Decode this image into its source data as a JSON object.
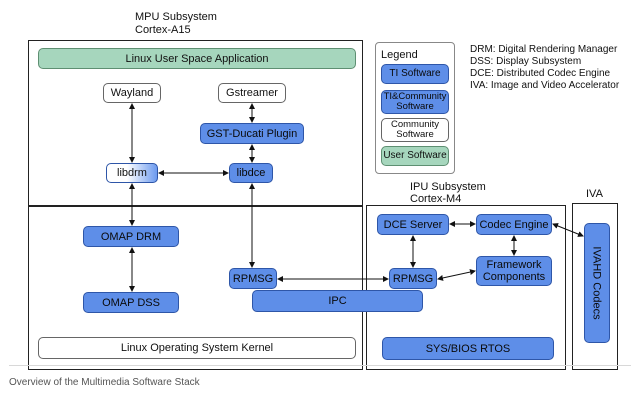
{
  "mpu": {
    "title": "MPU Subsystem",
    "subtitle": "Cortex-A15"
  },
  "ipu": {
    "title": "IPU Subsystem",
    "subtitle": "Cortex-M4"
  },
  "iva": {
    "title": "IVA"
  },
  "boxes": {
    "linux_user_space": "Linux User Space Application",
    "wayland": "Wayland",
    "gstreamer": "Gstreamer",
    "gst_ducati": "GST-Ducati Plugin",
    "libdrm": "libdrm",
    "libdce": "libdce",
    "omap_drm": "OMAP DRM",
    "omap_dss": "OMAP DSS",
    "rpmsg_mpu": "RPMSG",
    "ipc": "IPC",
    "linux_kernel": "Linux Operating System Kernel",
    "dce_server": "DCE Server",
    "codec_engine": "Codec Engine",
    "rpmsg_ipu": "RPMSG",
    "framework_components": "Framework Components",
    "sysbios": "SYS/BIOS RTOS",
    "ivahd": "IVAHD Codecs"
  },
  "legend": {
    "title": "Legend",
    "items": [
      {
        "label": "TI Software",
        "color": "#5e8ee8"
      },
      {
        "label": "TI&Community Software",
        "color": "#5e8ee8"
      },
      {
        "label": "Community Software",
        "color": "#ffffff"
      },
      {
        "label": "User Software",
        "color": "#a6d6bd"
      }
    ]
  },
  "abbreviations": [
    "DRM: Digital Rendering Manager",
    "DSS: Display Subsystem",
    "DCE: Distributed Codec Engine",
    "IVA:   Image and Video Accelerator"
  ],
  "caption": "Overview of the Multimedia Software Stack"
}
